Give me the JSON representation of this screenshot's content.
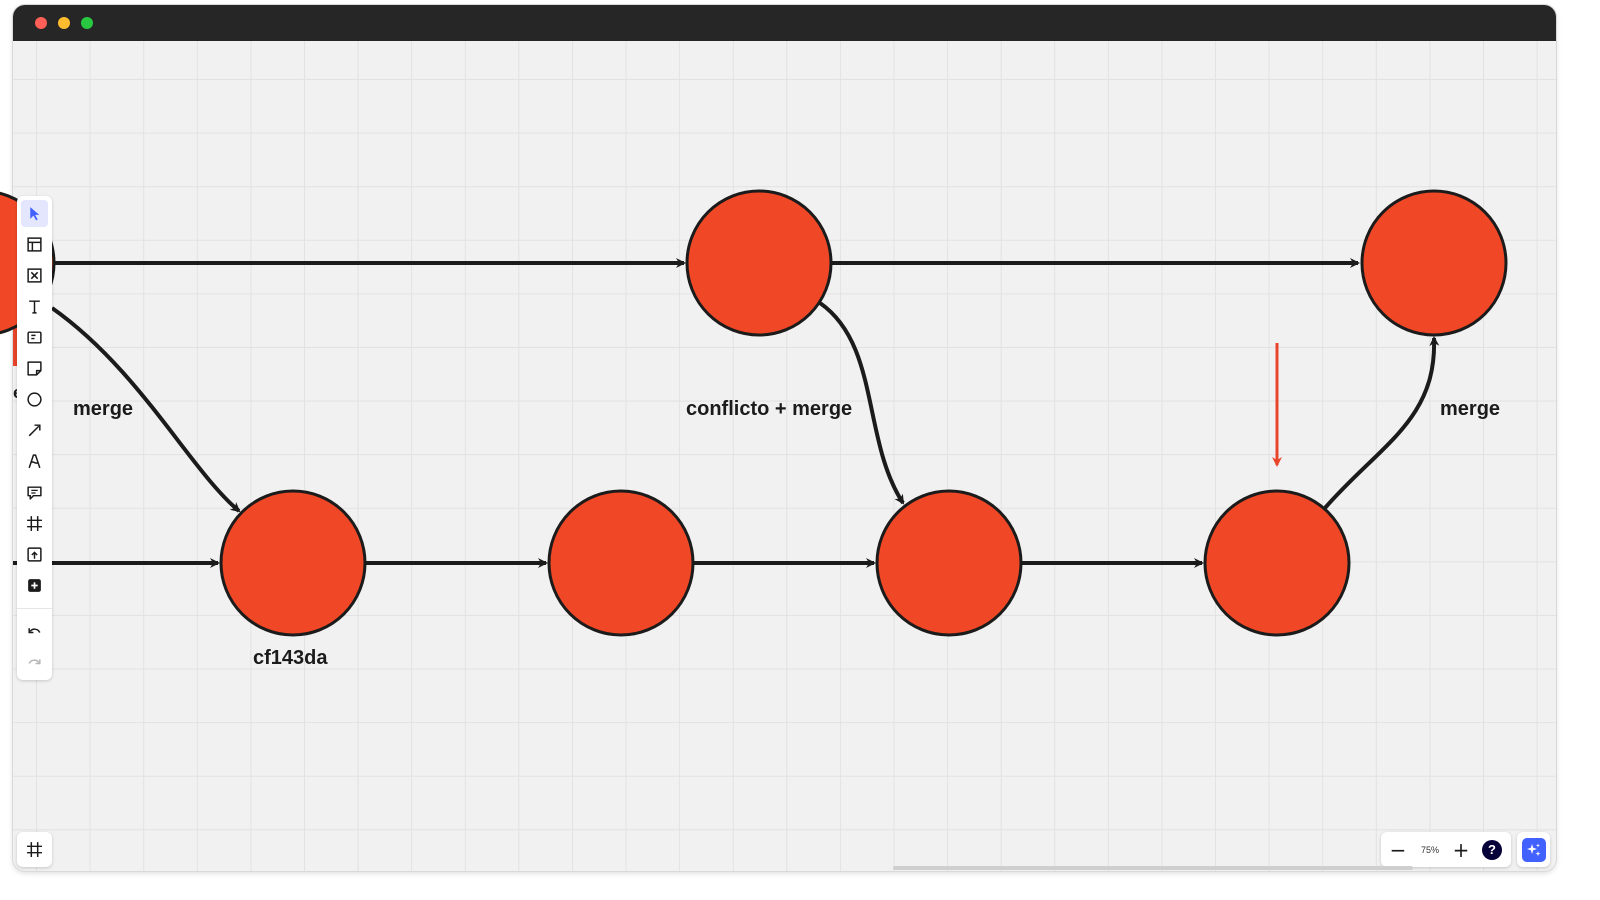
{
  "window": {
    "controls": [
      "close",
      "minimize",
      "maximize"
    ]
  },
  "colors": {
    "node_fill": "#f04826",
    "node_stroke": "#1b1b1b",
    "arrow": "#1b1b1b",
    "marker_arrow": "#e8452a",
    "accent": "#4262ff",
    "canvas_bg": "#f1f1f1"
  },
  "canvas": {
    "edge_label_left": "e",
    "labels": {
      "merge_left": "merge",
      "conflict_merge": "conflicto + merge",
      "merge_right": "merge",
      "commit_hash": "cf143da"
    }
  },
  "diagram": {
    "nodes": [
      {
        "id": "top-1",
        "row": "top"
      },
      {
        "id": "top-2",
        "row": "top"
      },
      {
        "id": "bottom-1",
        "row": "bottom",
        "label": "cf143da"
      },
      {
        "id": "bottom-2",
        "row": "bottom"
      },
      {
        "id": "bottom-3",
        "row": "bottom"
      },
      {
        "id": "bottom-4",
        "row": "bottom"
      }
    ],
    "edges": [
      {
        "from": "offscreen-top",
        "to": "top-1"
      },
      {
        "from": "top-1",
        "to": "top-2"
      },
      {
        "from": "offscreen-top",
        "to": "bottom-1",
        "label": "merge"
      },
      {
        "from": "offscreen-bottom",
        "to": "bottom-1"
      },
      {
        "from": "bottom-1",
        "to": "bottom-2"
      },
      {
        "from": "bottom-2",
        "to": "bottom-3"
      },
      {
        "from": "top-1",
        "to": "bottom-3",
        "label": "conflicto + merge"
      },
      {
        "from": "bottom-3",
        "to": "bottom-4"
      },
      {
        "from": "bottom-4",
        "to": "top-2",
        "label": "merge"
      }
    ]
  },
  "toolbar": {
    "tools": [
      "select-icon",
      "templates-icon",
      "image-placeholder-icon",
      "text-icon",
      "card-icon",
      "sticky-note-icon",
      "shape-icon",
      "connection-line-icon",
      "pen-icon",
      "comment-icon",
      "frame-icon",
      "upload-icon",
      "more-apps-icon"
    ],
    "active_tool": "select-icon",
    "history": [
      "undo-icon",
      "redo-icon"
    ]
  },
  "zoom": {
    "minus": "−",
    "level": "75%",
    "plus": "+",
    "help": "?"
  }
}
